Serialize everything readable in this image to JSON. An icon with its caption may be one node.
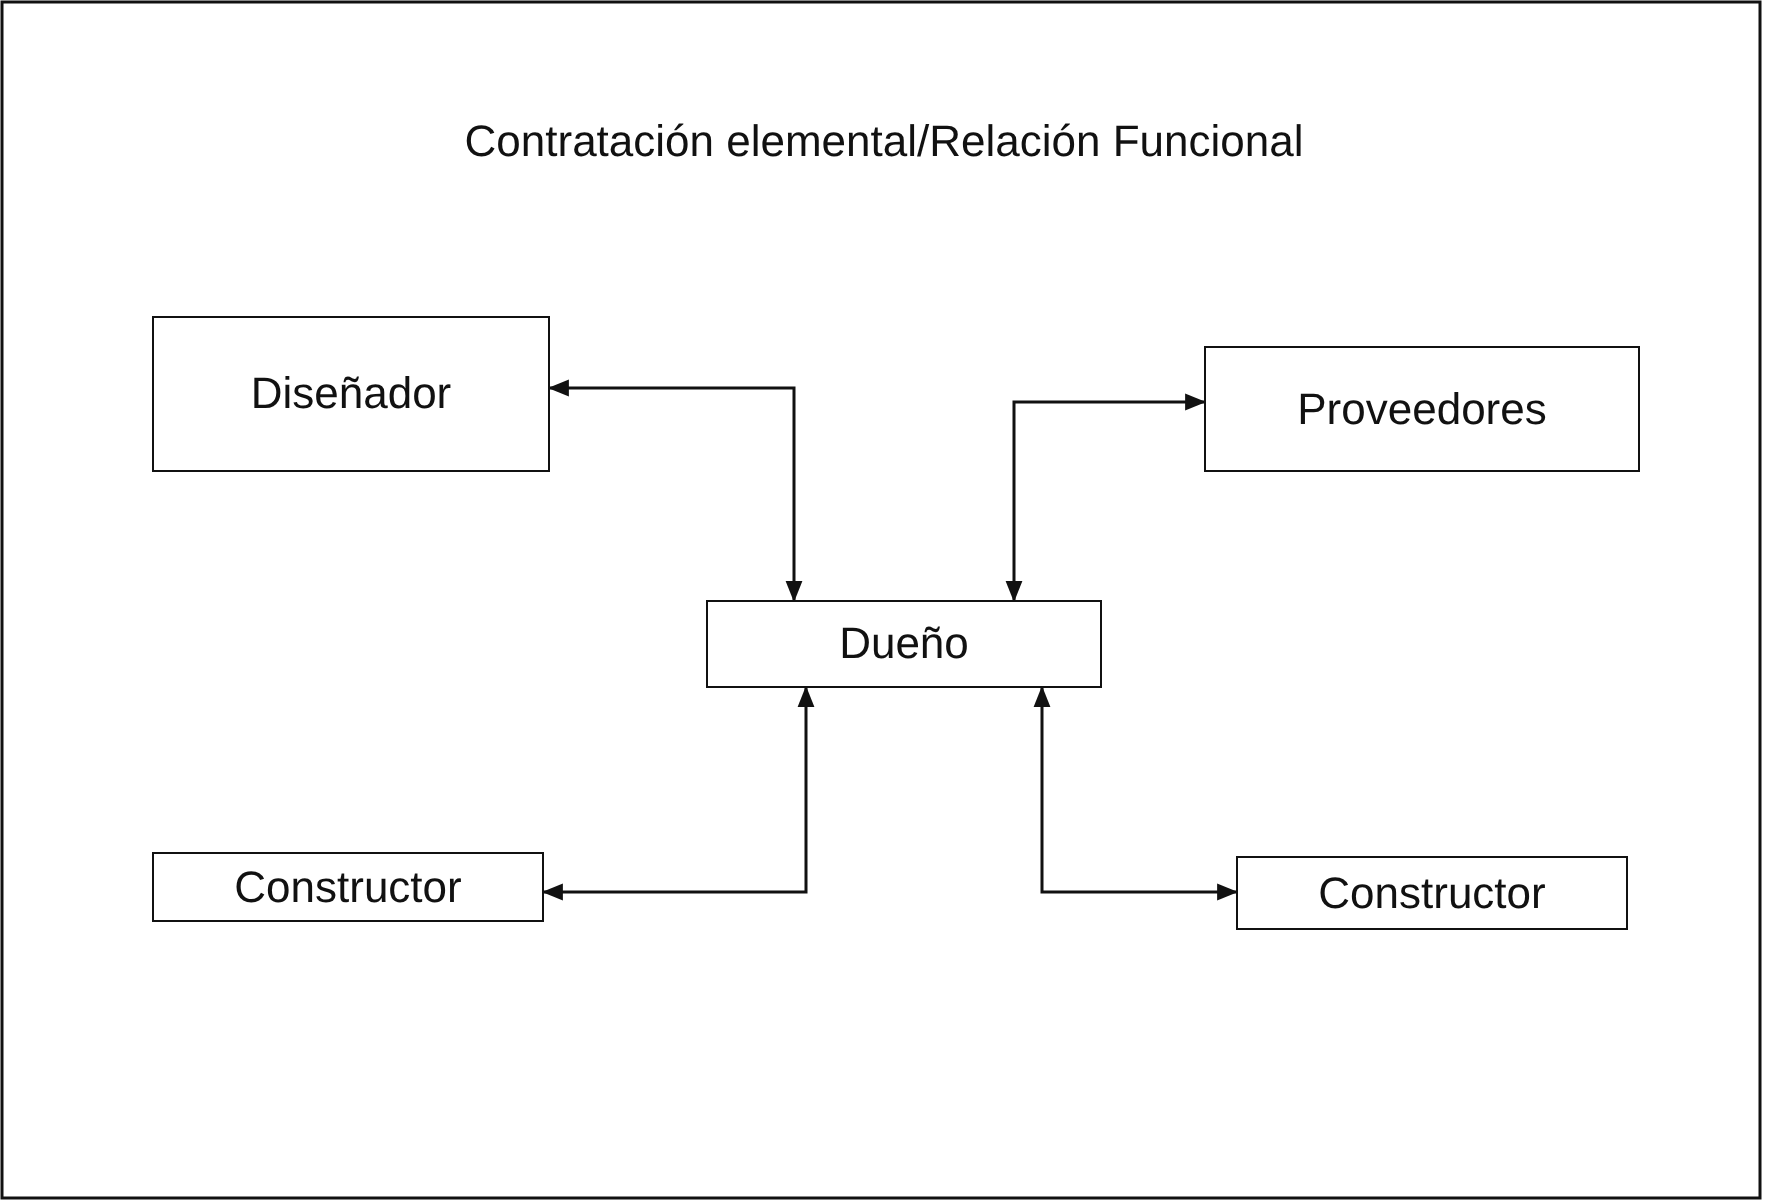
{
  "diagram": {
    "title": "Contratación elemental/Relación Funcional",
    "nodes": [
      {
        "text": [
          "Diseñador"
        ]
      },
      {
        "text": [
          "Proveedores"
        ]
      },
      {
        "text": [
          "Dueño"
        ]
      },
      {
        "text": [
          "Constructor"
        ]
      },
      {
        "text": [
          "Constructor"
        ]
      }
    ],
    "edges": [
      {
        "from": 2,
        "to": 0,
        "arrow": "both"
      },
      {
        "from": 2,
        "to": 1,
        "arrow": "both"
      },
      {
        "from": 2,
        "to": 3,
        "arrow": "both"
      },
      {
        "from": 2,
        "to": 4,
        "arrow": "both"
      }
    ]
  }
}
